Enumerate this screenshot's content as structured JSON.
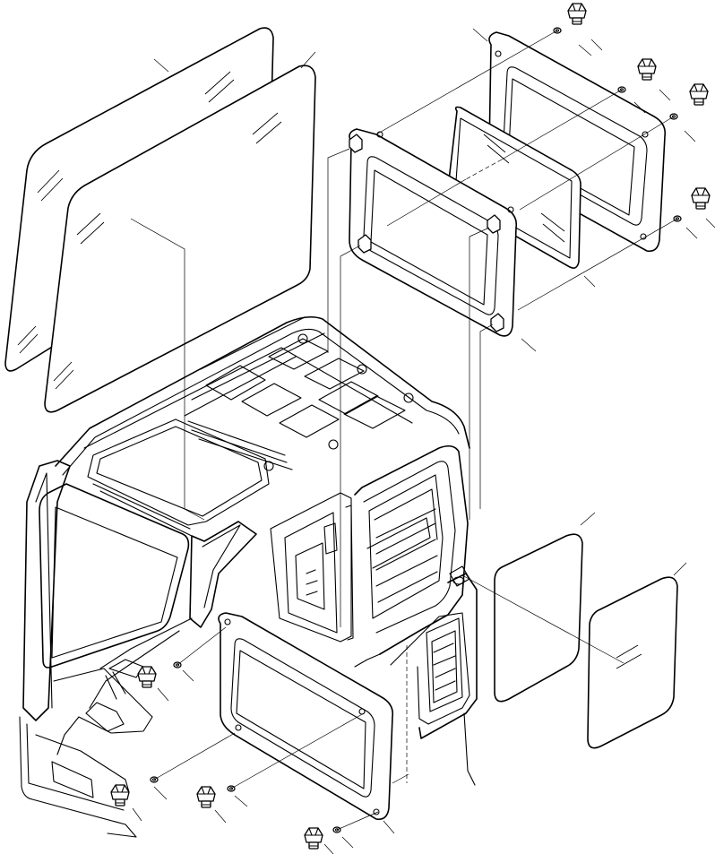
{
  "diagram": {
    "parts": [
      {
        "name": "glass-left-outer"
      },
      {
        "name": "glass-left-inner"
      },
      {
        "name": "roof-hatch-frame-rear"
      },
      {
        "name": "roof-hatch-glass"
      },
      {
        "name": "roof-hatch-frame-front"
      },
      {
        "name": "cab-body"
      },
      {
        "name": "door-window-frame"
      },
      {
        "name": "glass-right-front"
      },
      {
        "name": "glass-right-rear"
      },
      {
        "name": "knob-fasteners"
      },
      {
        "name": "washers"
      }
    ]
  }
}
